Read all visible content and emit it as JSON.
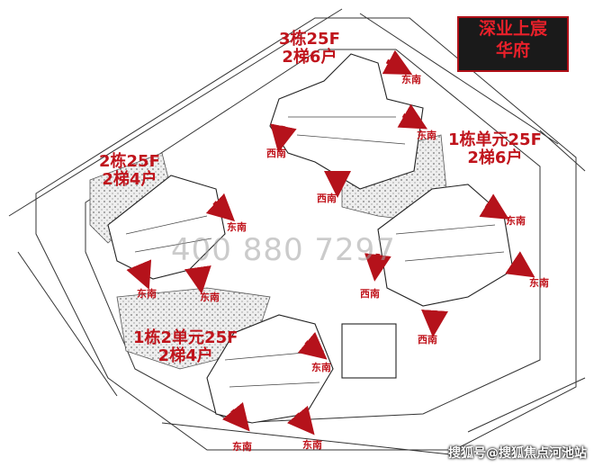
{
  "title": {
    "line1": "深业上宸",
    "line2": "华府"
  },
  "buildings": [
    {
      "id": "b3",
      "line1": "3栋25F",
      "line2": "2梯6户"
    },
    {
      "id": "b1u",
      "line1": "1栋单元25F",
      "line2": "2梯6户"
    },
    {
      "id": "b2",
      "line1": "2栋25F",
      "line2": "2梯4户"
    },
    {
      "id": "b1u2",
      "line1": "1栋2单元25F",
      "line2": "2梯4户"
    }
  ],
  "orientation": {
    "se": "东南",
    "sw": "西南"
  },
  "watermark": "400 880 7297",
  "footer": "搜狐号@搜狐焦点河池站"
}
